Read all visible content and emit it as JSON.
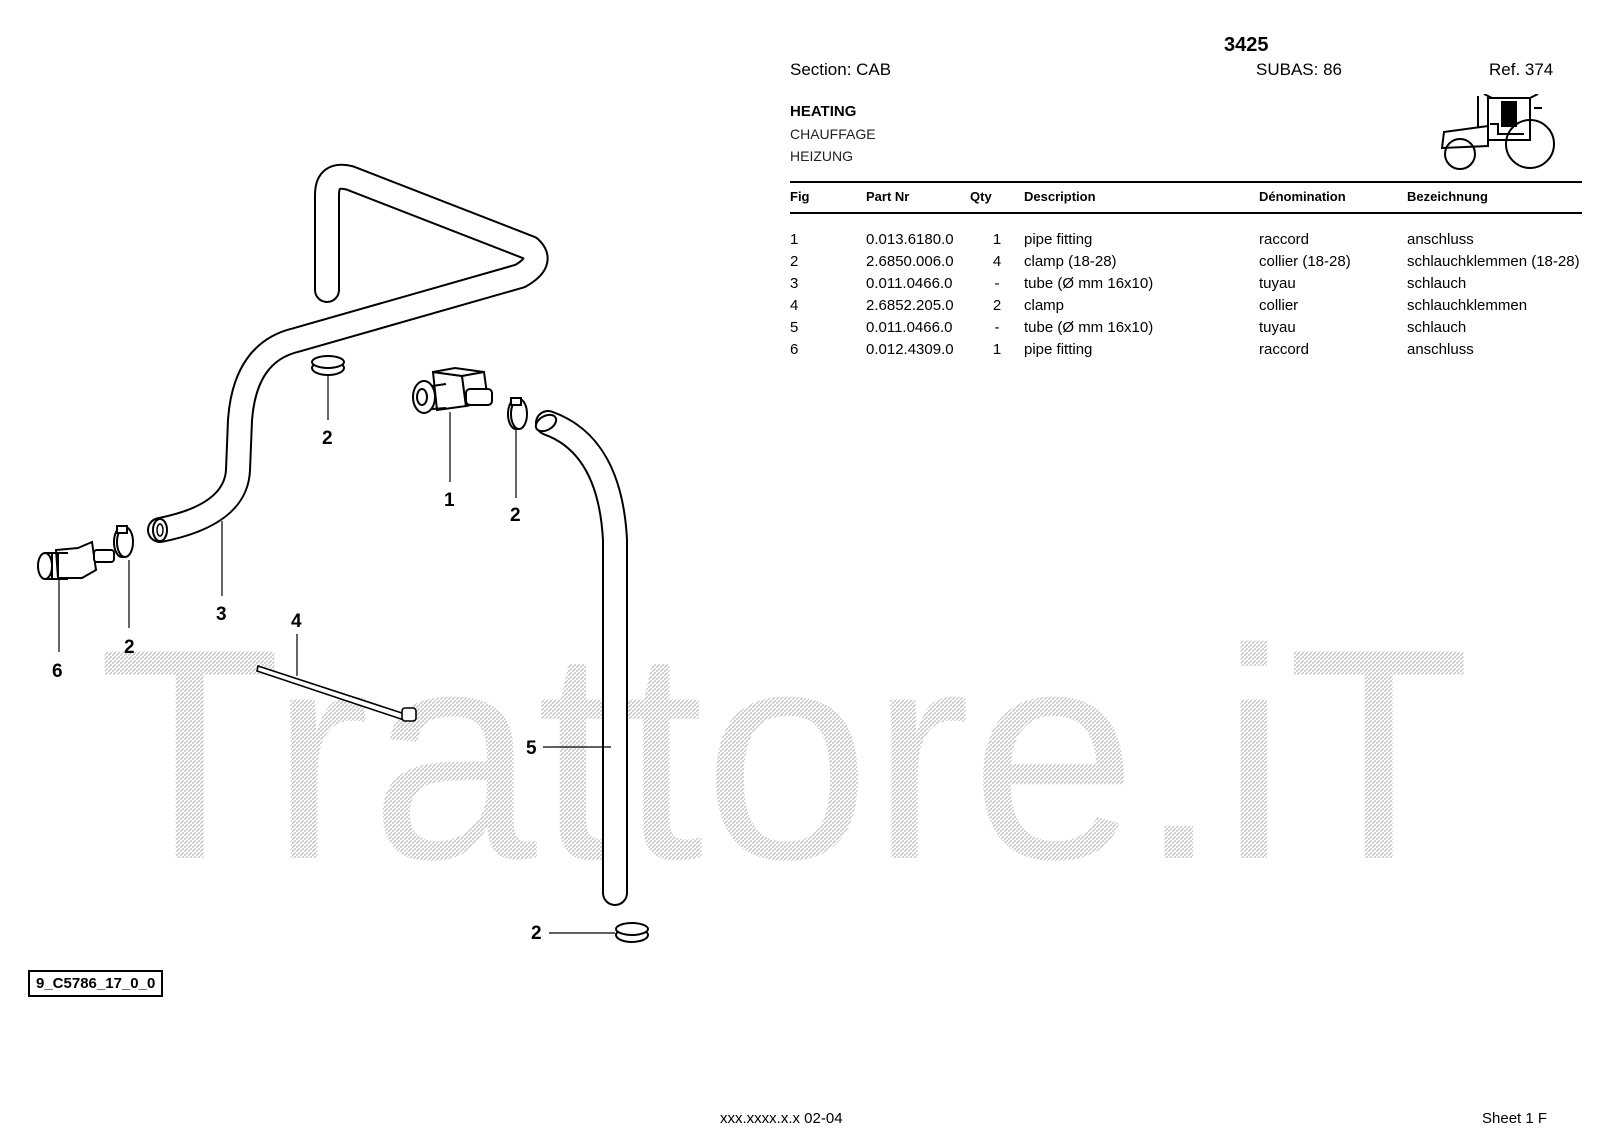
{
  "header": {
    "model": "3425",
    "section": "Section: CAB",
    "subas": "SUBAS: 86",
    "ref": "Ref. 374"
  },
  "title": {
    "main": "HEATING",
    "fr": "CHAUFFAGE",
    "de": "HEIZUNG"
  },
  "table": {
    "headers": [
      "Fig",
      "Part Nr",
      "Qty",
      "Description",
      "Dénomination",
      "Bezeichnung"
    ],
    "rows": [
      {
        "fig": "1",
        "part": "0.013.6180.0",
        "qty": "1",
        "desc": "pipe fitting",
        "deno": "raccord",
        "bez": "anschluss"
      },
      {
        "fig": "2",
        "part": "2.6850.006.0",
        "qty": "4",
        "desc": "clamp (18-28)",
        "deno": "collier (18-28)",
        "bez": "schlauchklemmen (18-28)"
      },
      {
        "fig": "3",
        "part": "0.011.0466.0",
        "qty": "-",
        "desc": "tube (Ø mm 16x10)",
        "deno": "tuyau",
        "bez": "schlauch"
      },
      {
        "fig": "4",
        "part": "2.6852.205.0",
        "qty": "2",
        "desc": "clamp",
        "deno": "collier",
        "bez": "schlauchklemmen"
      },
      {
        "fig": "5",
        "part": "0.011.0466.0",
        "qty": "-",
        "desc": "tube (Ø mm 16x10)",
        "deno": "tuyau",
        "bez": "schlauch"
      },
      {
        "fig": "6",
        "part": "0.012.4309.0",
        "qty": "1",
        "desc": "pipe fitting",
        "deno": "raccord",
        "bez": "anschluss"
      }
    ]
  },
  "diagram": {
    "callouts": {
      "c1": "1",
      "c2a": "2",
      "c2b": "2",
      "c2c": "2",
      "c2d": "2",
      "c3": "3",
      "c4": "4",
      "c5": "5",
      "c6": "6"
    },
    "code": "9_C5786_17_0_0",
    "watermark": "Trattore.iT"
  },
  "footer": {
    "doc": "xxx.xxxx.x.x  02-04",
    "sheet": "Sheet 1 F"
  }
}
